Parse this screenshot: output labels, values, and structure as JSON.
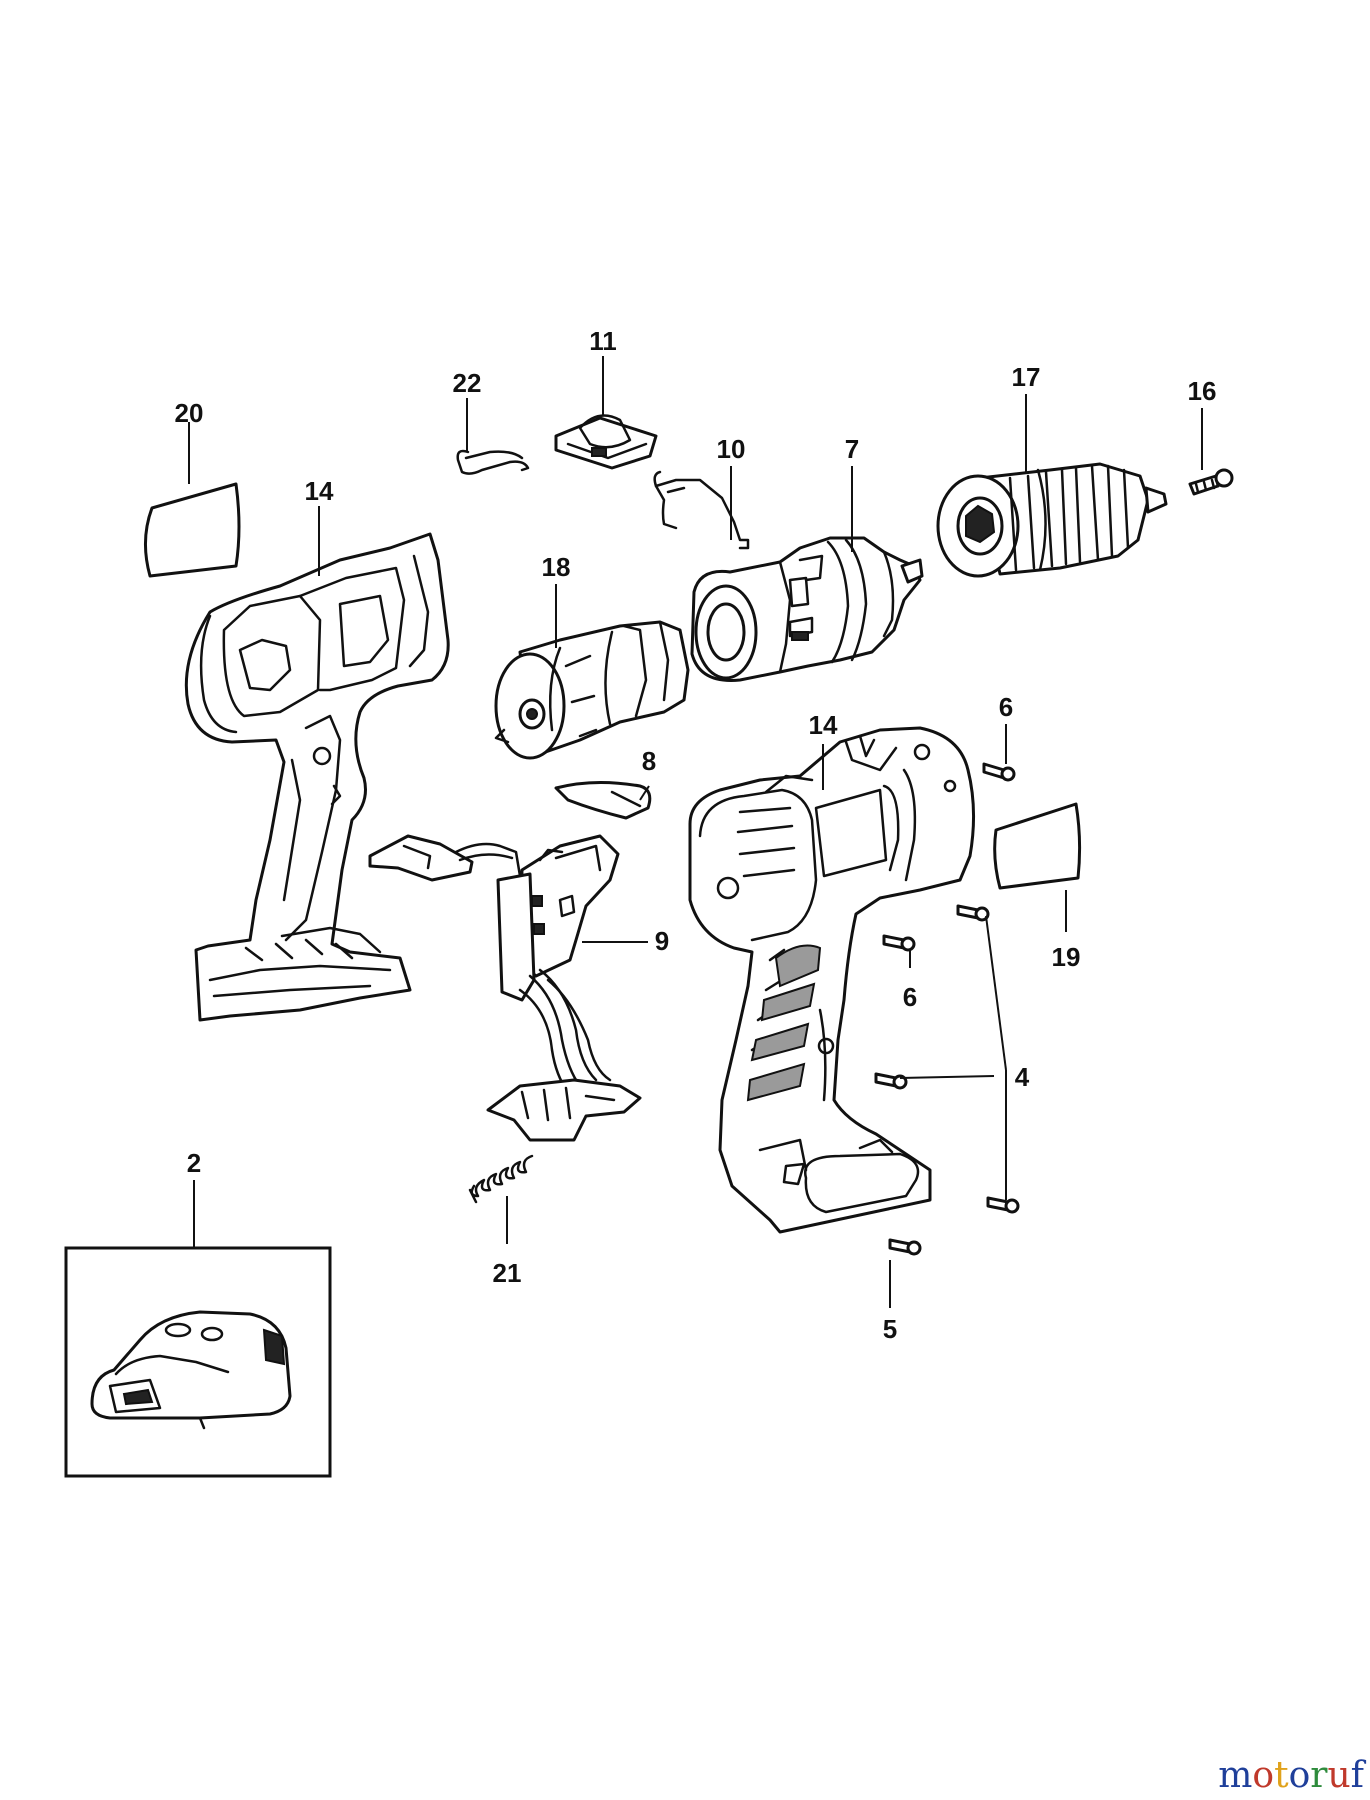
{
  "labels": {
    "l20": "20",
    "l14a": "14",
    "l22": "22",
    "l11": "11",
    "l10": "10",
    "l7": "7",
    "l17": "17",
    "l16": "16",
    "l18": "18",
    "l8": "8",
    "l9": "9",
    "l14b": "14",
    "l6a": "6",
    "l6b": "6",
    "l19": "19",
    "l4": "4",
    "l2": "2",
    "l21": "21",
    "l5": "5"
  },
  "watermark": {
    "text": "motoruf",
    "colors": [
      "#1f3f9a",
      "#c0392b",
      "#e0a21c",
      "#1f3f9a",
      "#2e8b3c",
      "#c0392b",
      "#1f3f9a"
    ]
  }
}
